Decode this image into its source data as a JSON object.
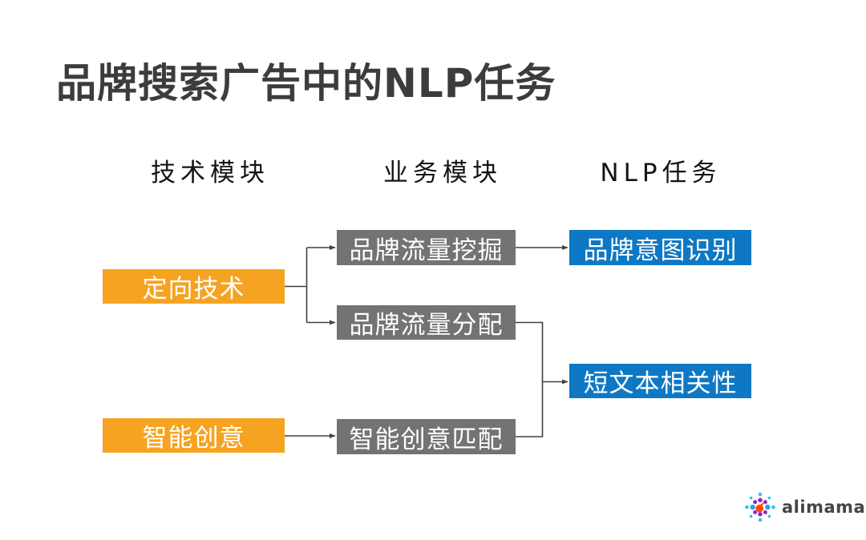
{
  "slide_title": "品牌搜索广告中的NLP任务",
  "columns": [
    {
      "label": "技术模块"
    },
    {
      "label": "业务模块"
    },
    {
      "label": "NLP任务"
    }
  ],
  "nodes": {
    "targeting_tech": {
      "label": "定向技术",
      "column": "技术模块",
      "color": "#f6a321"
    },
    "smart_creative": {
      "label": "智能创意",
      "column": "技术模块",
      "color": "#f6a321"
    },
    "brand_traffic_mining": {
      "label": "品牌流量挖掘",
      "column": "业务模块",
      "color": "#737373"
    },
    "brand_traffic_allocation": {
      "label": "品牌流量分配",
      "column": "业务模块",
      "color": "#737373"
    },
    "smart_creative_matching": {
      "label": "智能创意匹配",
      "column": "业务模块",
      "color": "#737373"
    },
    "brand_intent_recognition": {
      "label": "品牌意图识别",
      "column": "NLP任务",
      "color": "#0f78c4"
    },
    "short_text_relevance": {
      "label": "短文本相关性",
      "column": "NLP任务",
      "color": "#0f78c4"
    }
  },
  "edges": [
    {
      "from": "targeting_tech",
      "to": "brand_traffic_mining"
    },
    {
      "from": "targeting_tech",
      "to": "brand_traffic_allocation"
    },
    {
      "from": "brand_traffic_mining",
      "to": "brand_intent_recognition"
    },
    {
      "from": "brand_traffic_allocation",
      "to": "short_text_relevance"
    },
    {
      "from": "smart_creative_matching",
      "to": "short_text_relevance"
    },
    {
      "from": "smart_creative",
      "to": "smart_creative_matching"
    }
  ],
  "logo": {
    "brand": "alimama"
  },
  "colors": {
    "orange": "#f6a321",
    "gray": "#737373",
    "blue": "#0f78c4",
    "connector": "#404040",
    "title": "#3c3c3c",
    "logo_cyan": "#35c2ee",
    "logo_blue": "#2b9fe8",
    "logo_purple": "#9227c4",
    "logo_center": "#ff4a00"
  }
}
